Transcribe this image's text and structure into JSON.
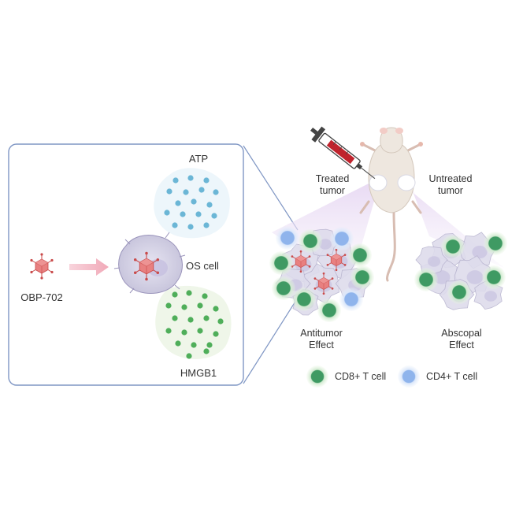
{
  "left_panel": {
    "virus_label": "OBP-702",
    "cell_label": "OS cell",
    "atp_label": "ATP",
    "hmgb1_label": "HMGB1"
  },
  "right_panel": {
    "treated_tumor_line1": "Treated",
    "treated_tumor_line2": "tumor",
    "untreated_tumor_line1": "Untreated",
    "untreated_tumor_line2": "tumor",
    "antitumor_line1": "Antitumor",
    "antitumor_line2": "Effect",
    "abscopal_line1": "Abscopal",
    "abscopal_line2": "Effect"
  },
  "legend": {
    "cd8_label": "CD8+ T cell",
    "cd4_label": "CD4+ T cell"
  },
  "colors": {
    "panel_border": "#7f96c4",
    "virus": "#e06c6c",
    "arrow": "#f3b8c4",
    "atp_dot": "#6bb6d6",
    "hmgb1_dot": "#4fae5a",
    "cd8_core": "#3f9a63",
    "cd4_core": "#9fc1ee",
    "tumor_cell": "#d9d9ea",
    "mouse_body": "#eee7df",
    "syringe_fluid": "#c0232d"
  }
}
